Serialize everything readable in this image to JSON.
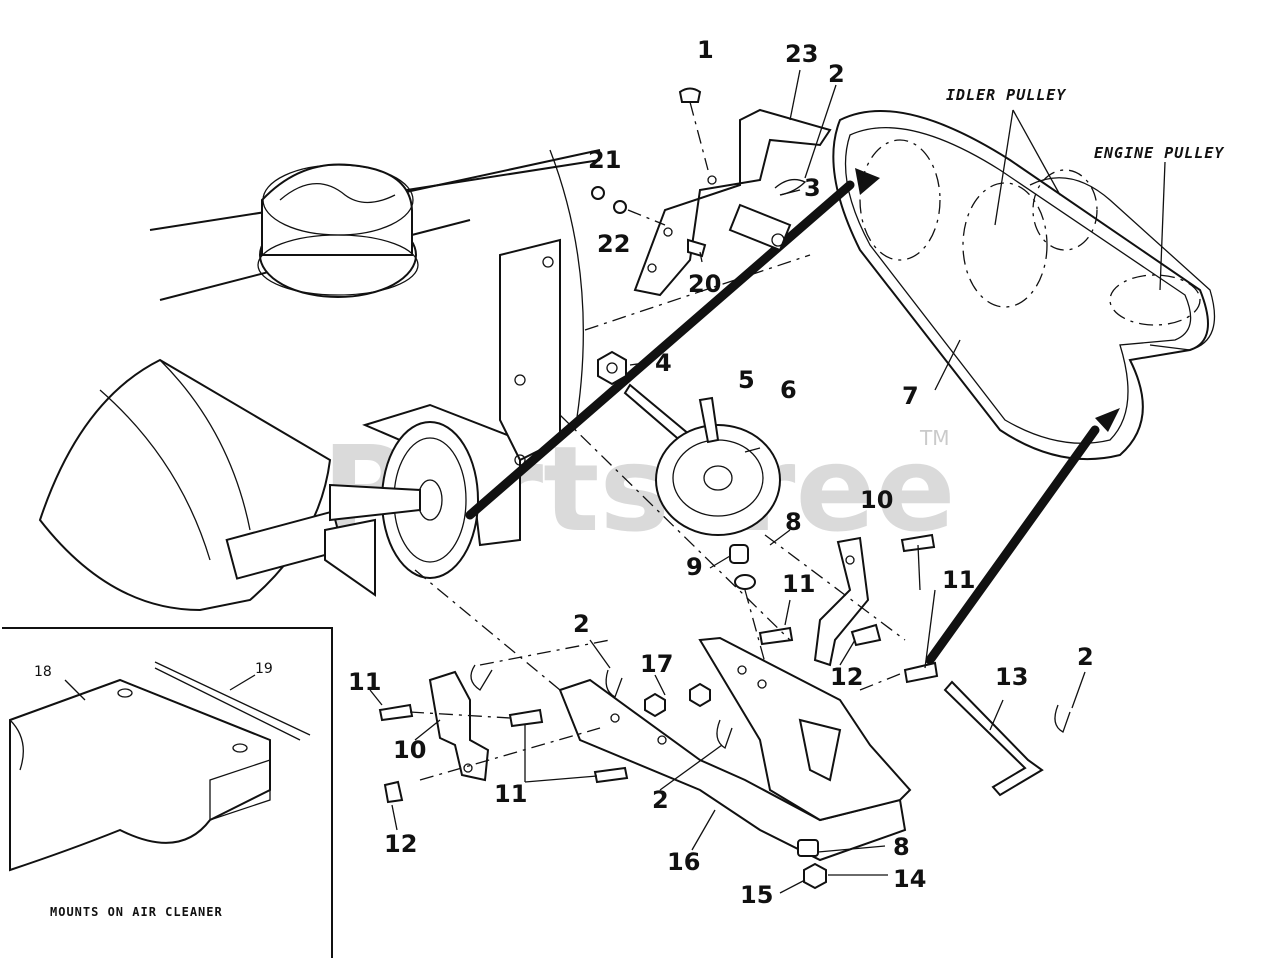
{
  "watermark": {
    "text": "PartsTree",
    "tm": "TM"
  },
  "annotations": {
    "idler_pulley": "IDLER PULLEY",
    "engine_pulley": "ENGINE PULLEY",
    "inset_caption": "MOUNTS ON AIR CLEANER"
  },
  "callouts": {
    "c1": "1",
    "c23": "23",
    "c2a": "2",
    "c3": "3",
    "c21": "21",
    "c22": "22",
    "c20": "20",
    "c4": "4",
    "c5": "5",
    "c6": "6",
    "c7": "7",
    "c10a": "10",
    "c8a": "8",
    "c9": "9",
    "c11a": "11",
    "c11b": "11",
    "c12a": "12",
    "c13": "13",
    "c2d": "2",
    "c2b": "2",
    "c17": "17",
    "c11c": "11",
    "c10b": "10",
    "c11d": "11",
    "c12b": "12",
    "c2c": "2",
    "c16": "16",
    "c8b": "8",
    "c14": "14",
    "c15": "15"
  },
  "inset": {
    "c18": "18",
    "c19": "19"
  }
}
